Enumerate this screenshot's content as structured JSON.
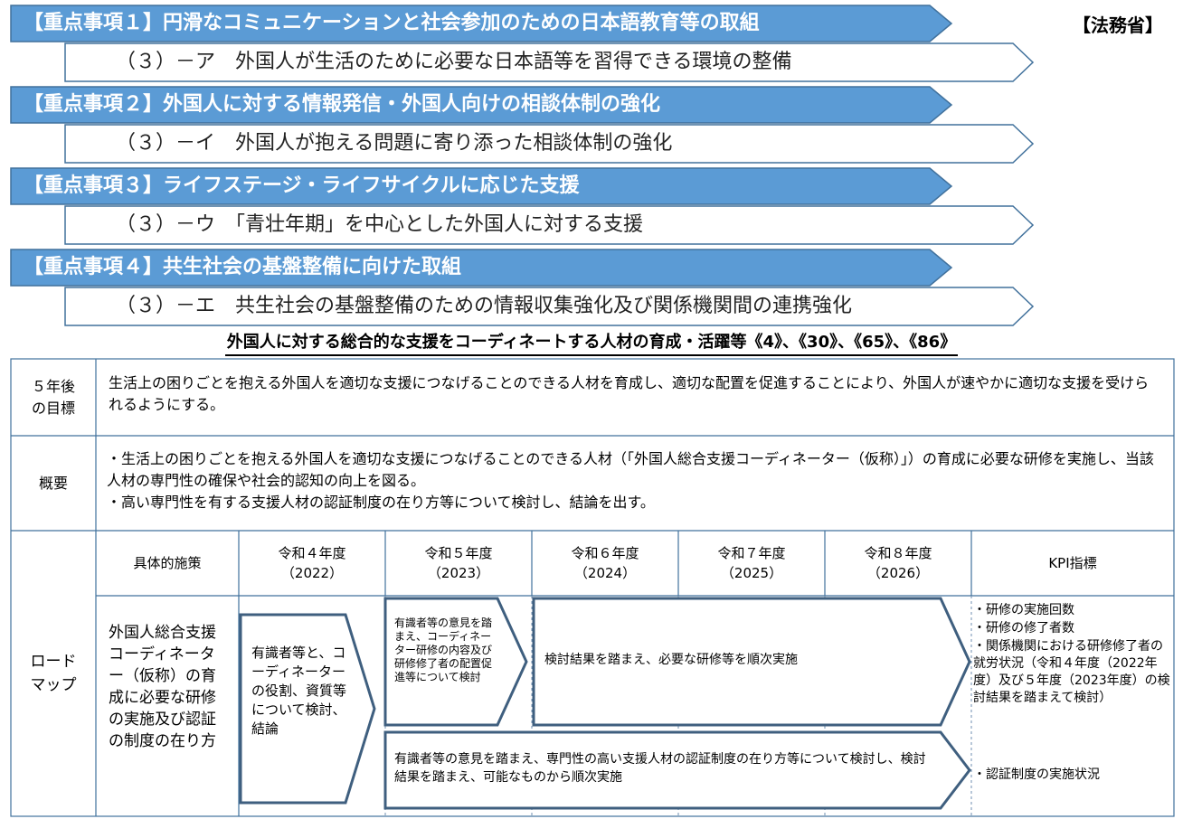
{
  "ministry": "【法務省】",
  "priorities": [
    {
      "title": "【重点事項１】円滑なコミュニケーションと社会参加のための日本語教育等の取組",
      "item": "（３）－ア　外国人が生活のために必要な日本語等を習得できる環境の整備"
    },
    {
      "title": "【重点事項２】外国人に対する情報発信・外国人向けの相談体制の強化",
      "item": "（３）－イ　外国人が抱える問題に寄り添った相談体制の強化"
    },
    {
      "title": "【重点事項３】ライフステージ・ライフサイクルに応じた支援",
      "item": "（３）－ウ　「青壮年期」を中心とした外国人に対する支援"
    },
    {
      "title": "【重点事項４】共生社会の基盤整備に向けた取組",
      "item": "（３）－エ　共生社会の基盤整備のための情報収集強化及び関係機関間の連携強化"
    }
  ],
  "section_title": "外国人に対する総合的な支援をコーディネートする人材の育成・活躍等《4》、《30》、《65》、《86》",
  "goal": {
    "label_line1": "５年後",
    "label_line2": "の目標",
    "text": "生活上の困りごとを抱える外国人を適切な支援につなげることのできる人材を育成し、適切な配置を促進することにより、外国人が速やかに適切な支援を受けられるようにする。"
  },
  "summary": {
    "label": "概要",
    "line1": "・生活上の困りごとを抱える外国人を適切な支援につなげることのできる人材（「外国人総合支援コーディネーター（仮称）」）の育成に必要な研修を実施し、当該人材の専門性の確保や社会的認知の向上を図る。",
    "line2": "・高い専門性を有する支援人材の認証制度の在り方等について検討し、結論を出す。"
  },
  "roadmap": {
    "label_line1": "ロード",
    "label_line2": "マップ",
    "col_measure": "具体的施策",
    "years": [
      {
        "era": "令和４年度",
        "year": "（2022）"
      },
      {
        "era": "令和５年度",
        "year": "（2023）"
      },
      {
        "era": "令和６年度",
        "year": "（2024）"
      },
      {
        "era": "令和７年度",
        "year": "（2025）"
      },
      {
        "era": "令和８年度",
        "year": "（2026）"
      }
    ],
    "col_kpi": "KPI指標",
    "measure": "外国人総合支援コーディネーター（仮称）の育成に必要な研修の実施及び認証の制度の在り方",
    "step1": "有識者等と、コーディネーターの役割、資質等について検討、結論",
    "step2": "有識者等の意見を踏まえ、コーディネーター研修の内容及び研修修了者の配置促進等について検討",
    "step3": "検討結果を踏まえ、必要な研修等を順次実施",
    "step4": "有識者等の意見を踏まえ、専門性の高い支援人材の認証制度の在り方等について検討し、検討結果を踏まえ、可能なものから順次実施",
    "kpi": [
      "・研修の実施回数",
      "・研修の修了者数",
      "・関係機関における研修修了者の就労状況（令和４年度（2022年度）及び５年度（2023年度）の検討結果を踏まえて検討）",
      "・認証制度の実施状況"
    ]
  },
  "colors": {
    "banner_fill": "#5b9bd5",
    "banner_border": "#41719c",
    "outline": "#41719c",
    "chevron_border": "#3f5f7f"
  }
}
